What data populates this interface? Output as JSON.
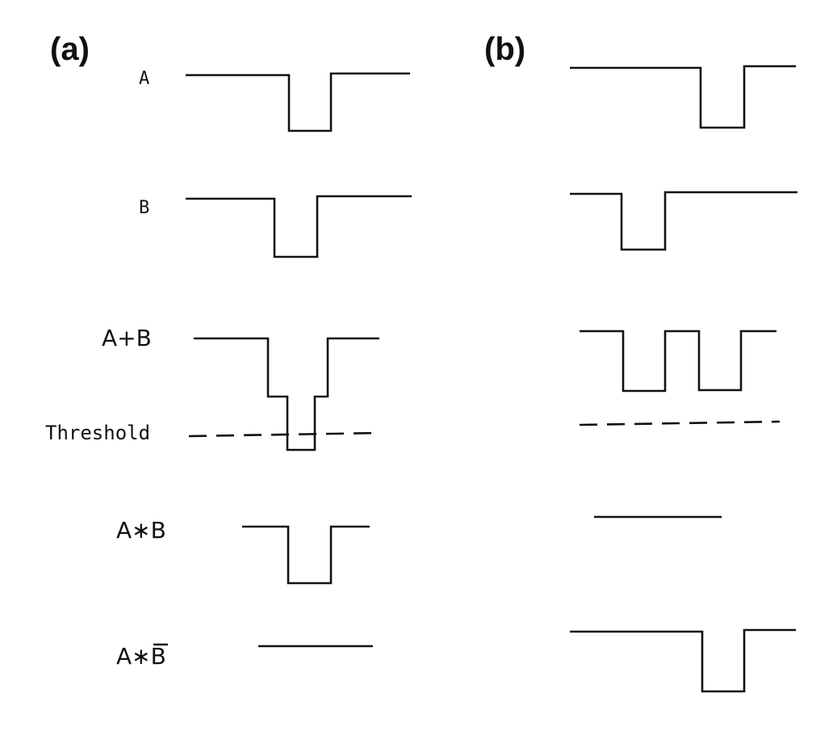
{
  "panels": {
    "a": {
      "label": "(a)"
    },
    "b": {
      "label": "(b)"
    }
  },
  "signals": {
    "a_label": "A",
    "b_label": "B",
    "sum_label": "A+B",
    "threshold_label": "Threshold",
    "and_label": "A∗B",
    "andnot_label": "A∗B"
  }
}
